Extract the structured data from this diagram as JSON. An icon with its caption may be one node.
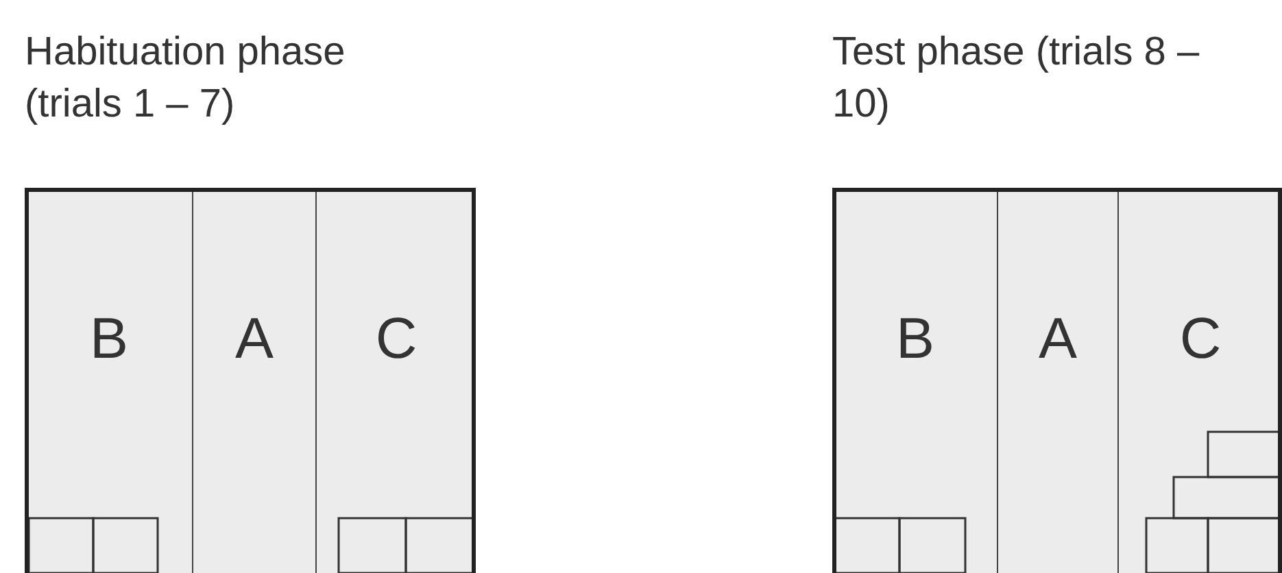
{
  "diagram": {
    "nodes": [
      {
        "text": [
          "Habituation phase (trials 1 – 7)"
        ]
      },
      {
        "text": [
          "B"
        ],
        "in": 0
      },
      {
        "text": [
          "A"
        ],
        "in": 0
      },
      {
        "text": [
          "C"
        ],
        "in": 0
      },
      {
        "text": [
          "Test phase (trials 8 – 10)"
        ]
      },
      {
        "text": [
          "B"
        ],
        "in": 4
      },
      {
        "text": [
          "A"
        ],
        "in": 4
      },
      {
        "text": [
          "C"
        ],
        "in": 4
      }
    ],
    "edges": []
  }
}
